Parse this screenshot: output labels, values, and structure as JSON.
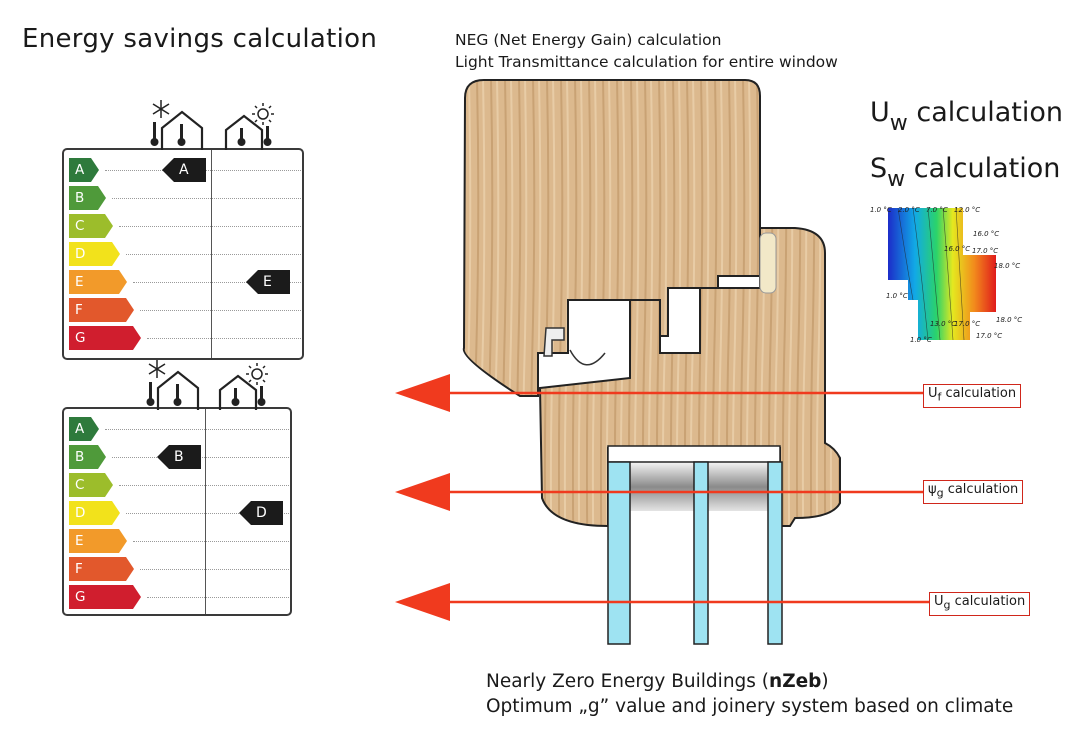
{
  "title": "Energy savings calculation",
  "neg": {
    "line1": "NEG (Net Energy Gain) calculation",
    "line2": "Light Transmittance calculation for entire window"
  },
  "uw": {
    "u": "U",
    "u_sub": "w",
    "u_rest": " calculation",
    "s": "S",
    "s_sub": "w",
    "s_rest": " calculation"
  },
  "callouts": {
    "uf": {
      "main": "U",
      "sub": "f",
      "rest": " calculation"
    },
    "psig": {
      "main": "ψ",
      "sub": "g",
      "rest": " calculation"
    },
    "ug": {
      "main": "U",
      "sub": "g",
      "rest": " calculation"
    }
  },
  "thermal_labels": [
    "1.0 °C",
    "2.0 °C",
    "7.0 °C",
    "12.0 °C",
    "16.0 °C",
    "16.0 °C",
    "17.0 °C",
    "18.0 °C",
    "1.0 °C",
    "18.0 °C",
    "13.0 °C",
    "17.0 °C",
    "1.0 °C",
    "17.0 °C"
  ],
  "nzeb": {
    "pre": "Nearly Zero Energy Buildings (",
    "bold": "nZeb",
    "post": ")",
    "line2": "Optimum „g” value and joinery system based on climate"
  },
  "classes": [
    "A",
    "B",
    "C",
    "D",
    "E",
    "F",
    "G"
  ],
  "class_colors": [
    "#2e7a3c",
    "#4f9a3a",
    "#9cbd2b",
    "#f2e21b",
    "#f29a2a",
    "#e2582c",
    "#d01e2e"
  ],
  "label1": {
    "heating": "A",
    "cooling": "E"
  },
  "label2": {
    "heating": "B",
    "cooling": "D"
  },
  "icons": [
    "snowflake-icon",
    "thermometer-icon",
    "house-icon",
    "sun-icon"
  ],
  "colors": {
    "arrow": "#f03a1e",
    "glass": "#9ee3f2",
    "callout_border": "#d0271b"
  }
}
